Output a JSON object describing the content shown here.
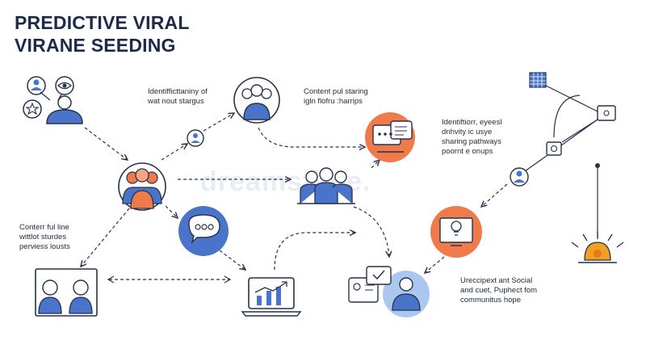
{
  "title": {
    "line1": "PREDICTIVE VIRAL",
    "line2": "VIRANE SEEDING"
  },
  "labels": {
    "top_left": [
      "Identifficttaniny of",
      "wat nout stargus"
    ],
    "top_mid": [
      "Content pul staring",
      "igln flofru  :harrips"
    ],
    "right_mid": [
      "Identiftiorr, eyeesl",
      "dnhvity ic usye",
      "sharing pathways",
      "poornt e onups"
    ],
    "left_mid": [
      "Conterr ful line",
      "wittlot sturdes",
      "perviess lousts"
    ],
    "bottom_right": [
      "Ureccipext ant Social",
      "and cuet, Puphect fom",
      "communitus hope"
    ]
  },
  "watermark": "dreamstime.",
  "icons": [
    "user-badge-icon",
    "eye-icon",
    "star-badge-icon",
    "person-icon",
    "team-circle-icon",
    "small-person-icon",
    "chat-screen-icon",
    "group-icon",
    "people-orange-icon",
    "speech-bubble-icon",
    "laptop-chart-icon",
    "video-call-icon",
    "chat-person-icon",
    "lightbulb-monitor-icon",
    "grid-square-icon",
    "image-node-icon",
    "camera-node-icon",
    "person-node-icon",
    "beacon-icon"
  ],
  "colors": {
    "navy": "#1e2a4a",
    "blue": "#4a74c9",
    "orange": "#ef7a4b",
    "light_blue": "#aac8ef",
    "line": "#27324a"
  }
}
